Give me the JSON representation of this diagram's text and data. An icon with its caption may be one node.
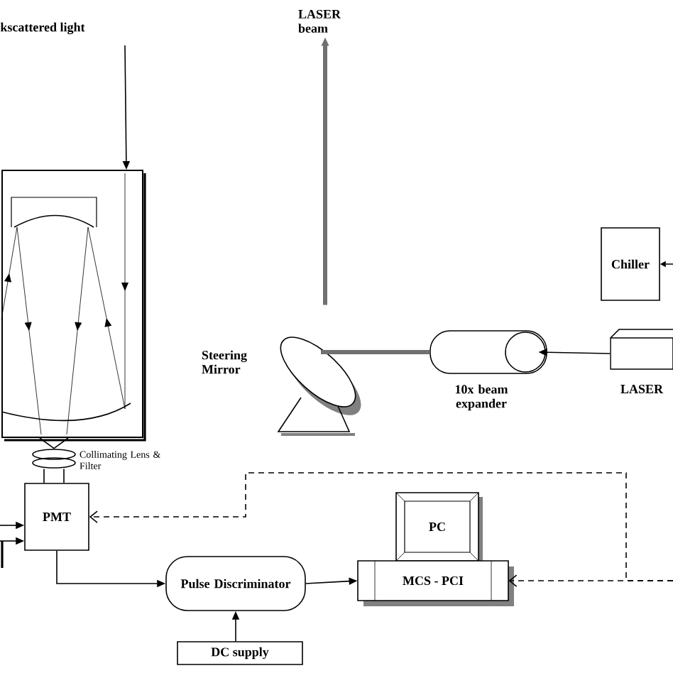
{
  "diagram": {
    "nodes": [
      {
        "text": [
          "LASER beam"
        ]
      },
      {
        "text": [],
        "shape": "box"
      },
      {
        "text": [
          "Chiller"
        ]
      },
      {
        "text": [],
        "shape": "box",
        "beside": [
          "LASER"
        ]
      },
      {
        "text": [],
        "shape": "cylinder",
        "beside": [
          "10x beam expander"
        ]
      },
      {
        "text": [],
        "shape": "dish",
        "beside": [
          "Steering Mirror"
        ]
      },
      {
        "text": [],
        "shape": "lens",
        "beside": [
          "Collimating Lens & Filter"
        ]
      },
      {
        "text": [
          "PMT"
        ]
      },
      {
        "text": [
          "PC"
        ]
      },
      {
        "text": [
          "MCS - PCI"
        ]
      },
      {
        "text": [
          "Pulse Discriminator"
        ]
      },
      {
        "text": [
          "DC supply"
        ]
      }
    ],
    "edges": [
      {
        "from": null,
        "to": 1,
        "arrow": "to"
      },
      {
        "from": 1,
        "to": 6,
        "arrow": "none"
      },
      {
        "from": 6,
        "to": 7,
        "arrow": "none"
      },
      {
        "from": 3,
        "to": 4,
        "arrow": "to"
      },
      {
        "from": 4,
        "to": 5,
        "arrow": "none",
        "style": "thick",
        "color": "#707070"
      },
      {
        "from": 5,
        "to": 0,
        "arrow": "to",
        "style": "thick",
        "color": "#707070"
      },
      {
        "from": null,
        "to": 2,
        "arrow": "to"
      },
      {
        "from": 7,
        "to": 10,
        "arrow": "to"
      },
      {
        "from": 11,
        "to": 10,
        "arrow": "to"
      },
      {
        "from": 10,
        "to": 9,
        "arrow": "to"
      },
      {
        "from": null,
        "to": 9,
        "arrow": "to",
        "style": "dashed"
      },
      {
        "from": null,
        "to": 7,
        "arrow": "to",
        "style": "dashed"
      },
      {
        "from": null,
        "to": 7,
        "arrow": "to"
      },
      {
        "from": null,
        "to": 7,
        "arrow": "to"
      }
    ],
    "labels": [
      "kscattered light"
    ]
  }
}
